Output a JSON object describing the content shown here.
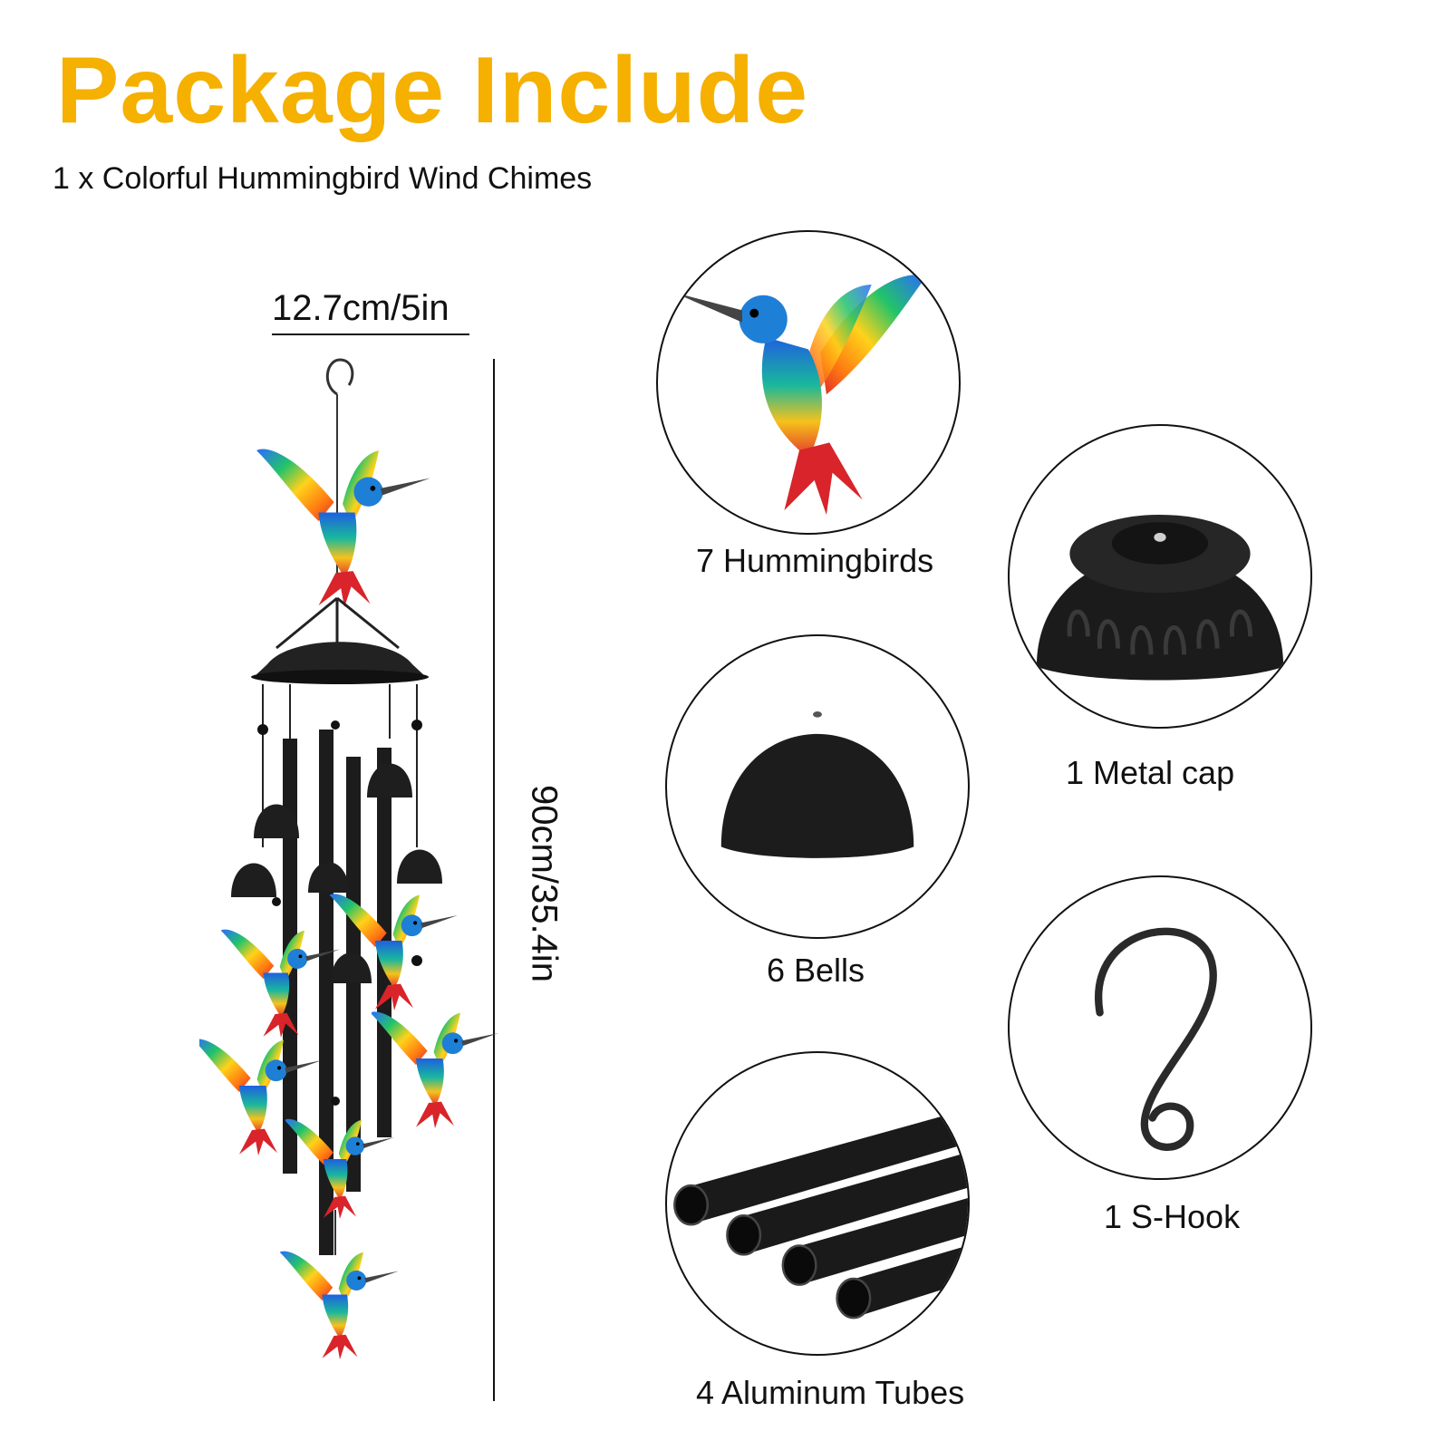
{
  "header": {
    "title": "Package Include",
    "subtitle": "1 x Colorful Hummingbird Wind Chimes"
  },
  "dimensions": {
    "width_label": "12.7cm/5in",
    "height_label": "90cm/35.4in"
  },
  "items": [
    {
      "label": "7 Hummingbirds",
      "icon": "hummingbird-icon"
    },
    {
      "label": "1 Metal cap",
      "icon": "metal-cap-icon"
    },
    {
      "label": "6 Bells",
      "icon": "bell-icon"
    },
    {
      "label": "1 S-Hook",
      "icon": "s-hook-icon"
    },
    {
      "label": "4 Aluminum Tubes",
      "icon": "tubes-icon"
    }
  ],
  "colors": {
    "title": "#f5b000",
    "hardware": "#1a1a1a"
  }
}
